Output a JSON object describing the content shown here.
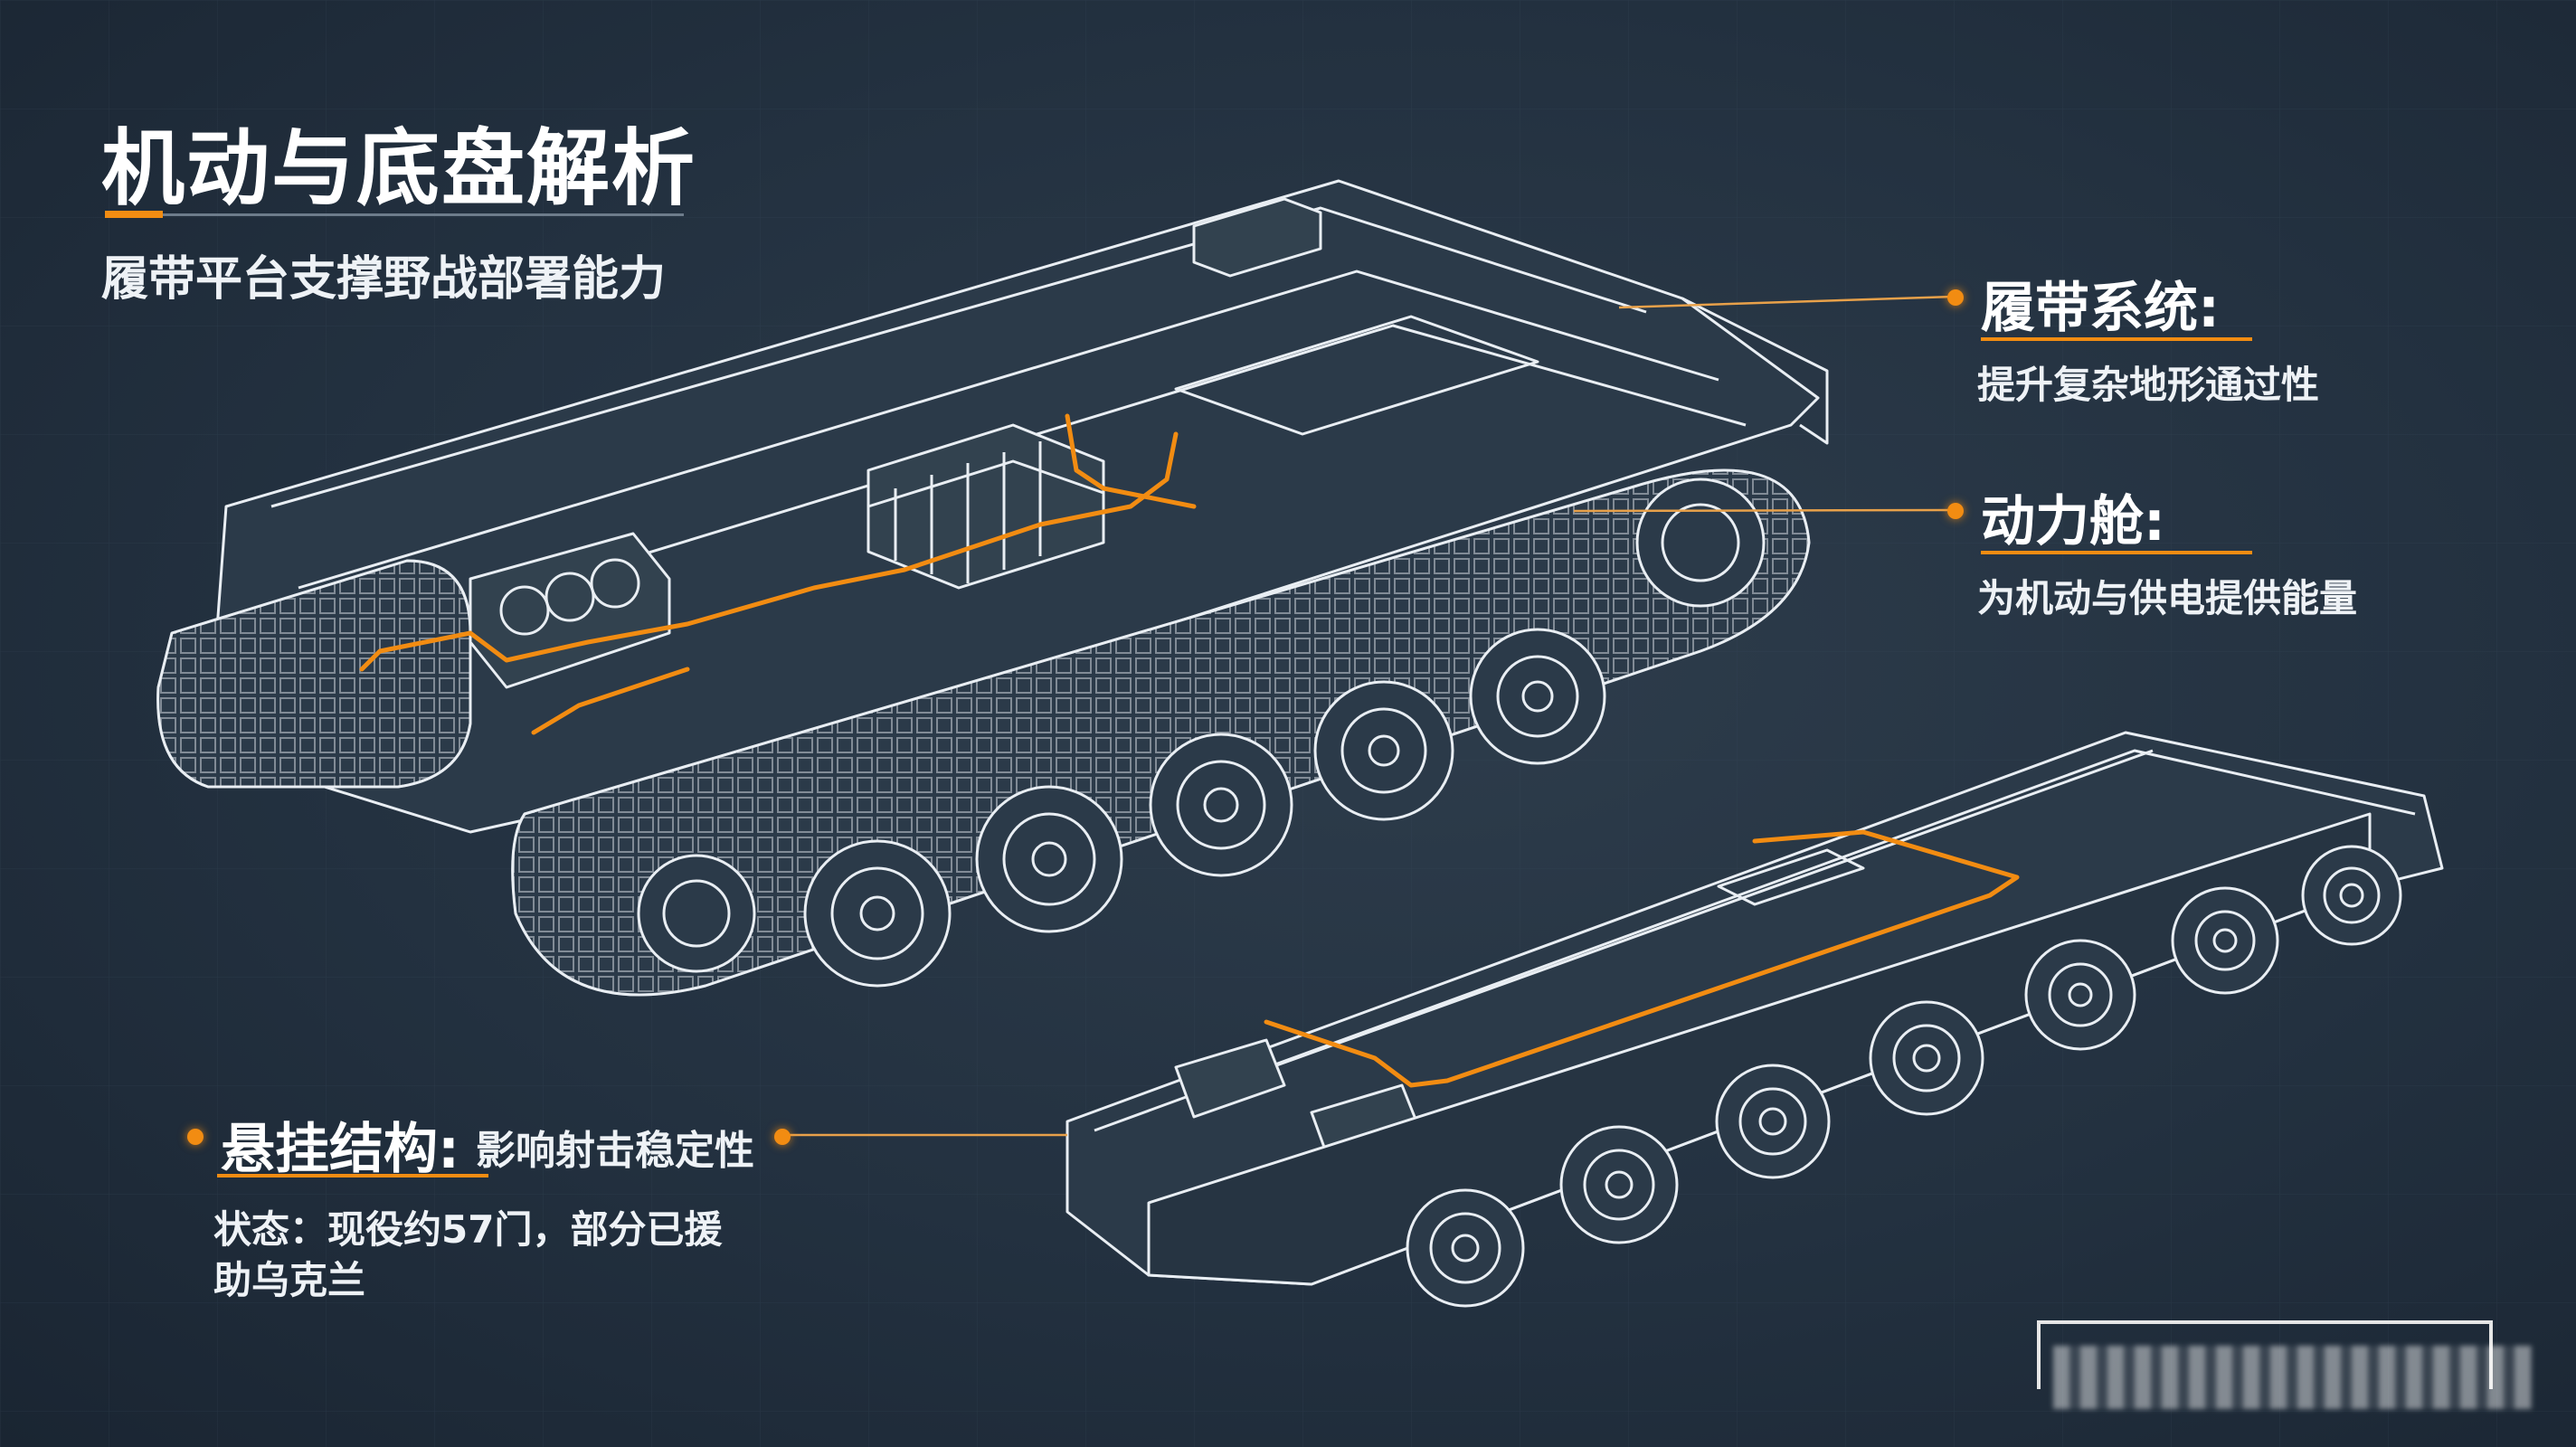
{
  "header": {
    "title": "机动与底盘解析",
    "subtitle": "履带平台支撑野战部署能力"
  },
  "callouts": {
    "track": {
      "title": "履带系统:",
      "desc": "提升复杂地形通过性"
    },
    "power": {
      "title": "动力舱:",
      "desc": "为机动与供电提供能量"
    },
    "suspension": {
      "title": "悬挂结构:",
      "subtitle": "影响射击稳定性",
      "desc_line1": "状态：现役约57门，部分已援",
      "desc_line2": "助乌克兰"
    }
  },
  "colors": {
    "accent": "#f28c12",
    "background": "#233140",
    "lineart": "#e9eef3"
  }
}
